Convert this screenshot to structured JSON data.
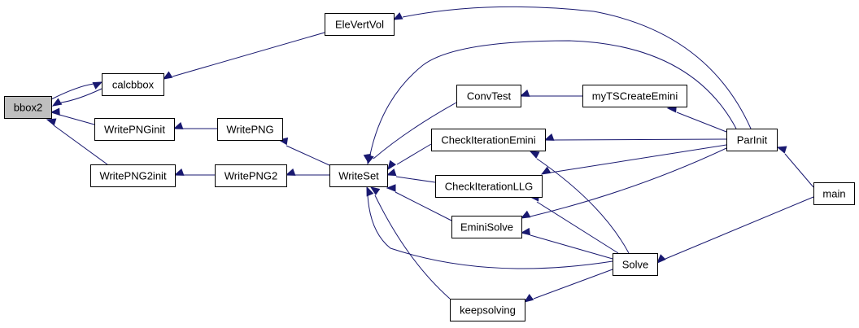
{
  "diagram": {
    "type": "call-graph",
    "colors": {
      "edge": "#191970",
      "node_border": "#000000",
      "node_fill": "#ffffff",
      "root_fill": "#bfbfbf"
    },
    "nodes": [
      {
        "id": "bbox2",
        "label": "bbox2",
        "highlight": true
      },
      {
        "id": "calcbbox",
        "label": "calcbbox"
      },
      {
        "id": "WritePNGinit",
        "label": "WritePNGinit"
      },
      {
        "id": "WritePNG2init",
        "label": "WritePNG2init"
      },
      {
        "id": "EleVertVol",
        "label": "EleVertVol"
      },
      {
        "id": "WritePNG",
        "label": "WritePNG"
      },
      {
        "id": "WritePNG2",
        "label": "WritePNG2"
      },
      {
        "id": "WriteSet",
        "label": "WriteSet"
      },
      {
        "id": "ConvTest",
        "label": "ConvTest"
      },
      {
        "id": "myTSCreateEmini",
        "label": "myTSCreateEmini"
      },
      {
        "id": "CheckIterationEmini",
        "label": "CheckIterationEmini"
      },
      {
        "id": "CheckIterationLLG",
        "label": "CheckIterationLLG"
      },
      {
        "id": "EminiSolve",
        "label": "EminiSolve"
      },
      {
        "id": "keepsolving",
        "label": "keepsolving"
      },
      {
        "id": "Solve",
        "label": "Solve"
      },
      {
        "id": "ParInit",
        "label": "ParInit"
      },
      {
        "id": "main",
        "label": "main"
      }
    ],
    "edges": [
      {
        "from": "calcbbox",
        "to": "bbox2"
      },
      {
        "from": "bbox2",
        "to": "calcbbox"
      },
      {
        "from": "WritePNGinit",
        "to": "bbox2"
      },
      {
        "from": "WritePNG2init",
        "to": "bbox2"
      },
      {
        "from": "EleVertVol",
        "to": "calcbbox"
      },
      {
        "from": "WritePNG",
        "to": "WritePNGinit"
      },
      {
        "from": "WritePNG2",
        "to": "WritePNG2init"
      },
      {
        "from": "WriteSet",
        "to": "WritePNG"
      },
      {
        "from": "WriteSet",
        "to": "WritePNG2"
      },
      {
        "from": "ConvTest",
        "to": "WriteSet"
      },
      {
        "from": "CheckIterationEmini",
        "to": "WriteSet"
      },
      {
        "from": "CheckIterationLLG",
        "to": "WriteSet"
      },
      {
        "from": "EminiSolve",
        "to": "WriteSet"
      },
      {
        "from": "keepsolving",
        "to": "WriteSet"
      },
      {
        "from": "Solve",
        "to": "WriteSet"
      },
      {
        "from": "ParInit",
        "to": "WriteSet"
      },
      {
        "from": "myTSCreateEmini",
        "to": "ConvTest"
      },
      {
        "from": "ParInit",
        "to": "myTSCreateEmini"
      },
      {
        "from": "ParInit",
        "to": "EleVertVol"
      },
      {
        "from": "ParInit",
        "to": "CheckIterationEmini"
      },
      {
        "from": "ParInit",
        "to": "CheckIterationLLG"
      },
      {
        "from": "ParInit",
        "to": "EminiSolve"
      },
      {
        "from": "Solve",
        "to": "CheckIterationEmini"
      },
      {
        "from": "Solve",
        "to": "CheckIterationLLG"
      },
      {
        "from": "Solve",
        "to": "EminiSolve"
      },
      {
        "from": "Solve",
        "to": "keepsolving"
      },
      {
        "from": "main",
        "to": "ParInit"
      },
      {
        "from": "main",
        "to": "Solve"
      }
    ]
  }
}
